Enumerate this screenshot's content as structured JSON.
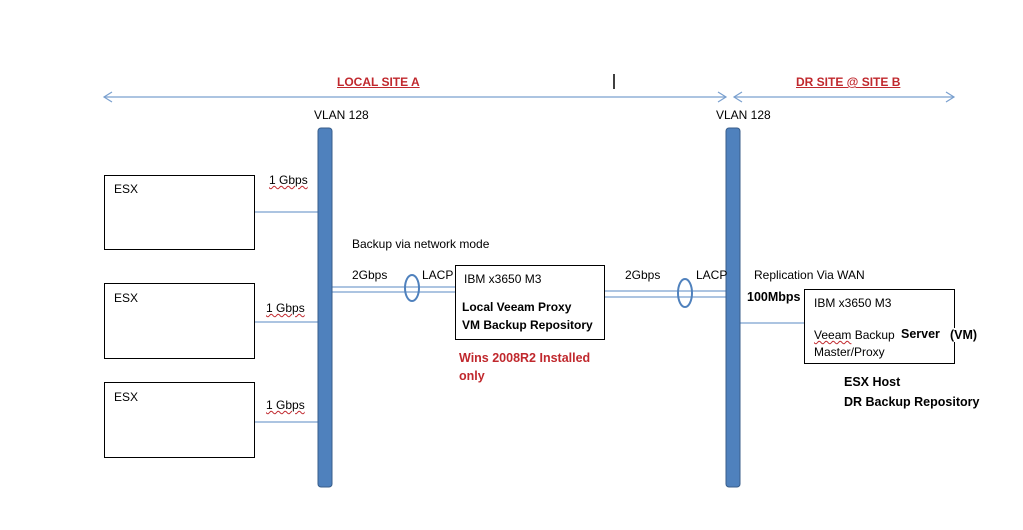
{
  "sites": {
    "local": "LOCAL SITE A",
    "dr": "DR SITE @ SITE B"
  },
  "vlans": {
    "left": "VLAN 128",
    "right": "VLAN 128"
  },
  "esx_hosts": [
    {
      "label": "ESX",
      "link": "1 Gbps"
    },
    {
      "label": "ESX",
      "link": "1 Gbps"
    },
    {
      "label": "ESX",
      "link": "1 Gbps"
    }
  ],
  "backup_link": {
    "mode": "Backup via network mode",
    "speed_left": "2Gbps",
    "lacp_left": "LACP",
    "speed_right": "2Gbps",
    "lacp_right": "LACP"
  },
  "proxy_box": {
    "model": "IBM x3650 M3",
    "line1": "Local Veeam Proxy",
    "line2": "VM Backup Repository",
    "note_line1": "Wins 2008R2 Installed",
    "note_line2": "only"
  },
  "replication": {
    "label": "Replication Via WAN",
    "speed": "100Mbps"
  },
  "dr_box": {
    "model": "IBM x3650 M3",
    "line1_a": "Veeam",
    "line1_b": " Backup",
    "line1_c": "Server",
    "line1_d": "(VM)",
    "line2": "Master/Proxy",
    "note_line1": "ESX Host",
    "note_line2": "DR Backup Repository"
  },
  "colors": {
    "vlan_bar": "#4f81bd",
    "vlan_border": "#385d8a",
    "link_line": "#7aa0cf",
    "site_text": "#c0282d"
  }
}
